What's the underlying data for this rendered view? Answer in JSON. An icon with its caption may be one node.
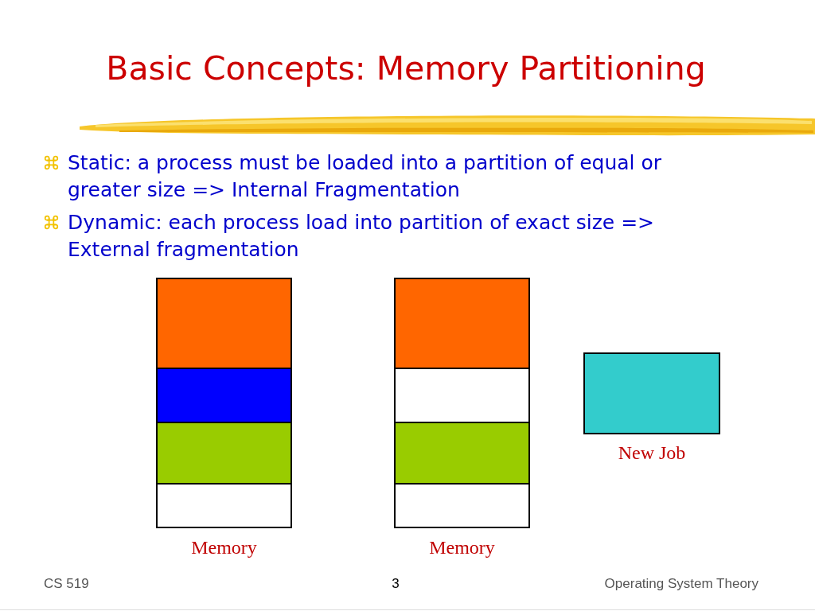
{
  "diagram": {
    "title": "Basic Concepts: Memory Partitioning",
    "nodes": [
      {
        "text": [],
        "shape": "box",
        "beside": [
          "Memory"
        ]
      },
      {
        "text": [],
        "shape": "box",
        "in": 0
      },
      {
        "text": [],
        "shape": "box",
        "in": 0
      },
      {
        "text": [],
        "shape": "box",
        "in": 0
      },
      {
        "text": [],
        "shape": "box",
        "in": 0
      },
      {
        "text": [],
        "shape": "box",
        "beside": [
          "Memory"
        ]
      },
      {
        "text": [],
        "shape": "box",
        "in": 5
      },
      {
        "text": [],
        "shape": "box",
        "in": 5
      },
      {
        "text": [],
        "shape": "box",
        "in": 5
      },
      {
        "text": [],
        "shape": "box",
        "in": 5
      },
      {
        "text": [],
        "shape": "box",
        "beside": [
          "New Job"
        ]
      }
    ],
    "labels": [
      "Static: a process must be loaded into a partition of equal or greater size => Internal Fragmentation",
      "Dynamic: each process load into partition of exact size => External fragmentation",
      "CS 519",
      "3",
      "Operating System Theory"
    ]
  }
}
